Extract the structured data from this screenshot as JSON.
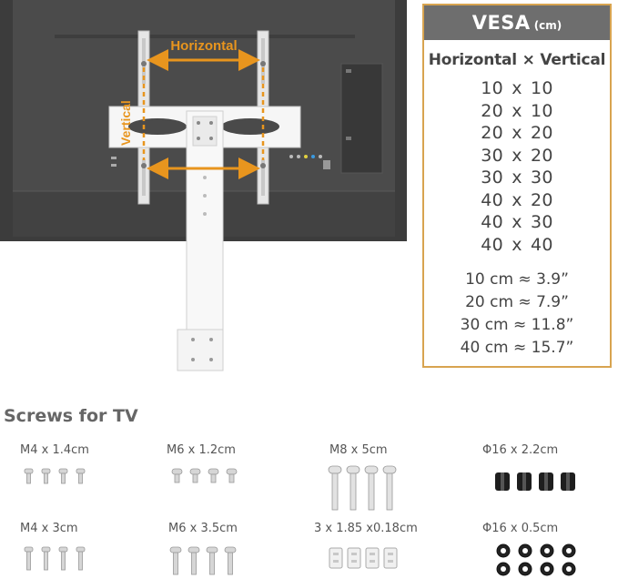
{
  "diagram": {
    "horizontal_label": "Horizontal",
    "vertical_label": "Vertical",
    "accent_color": "#e8951e",
    "tv_color": "#4a4a4a",
    "bracket_color": "#f4f4f4"
  },
  "vesa": {
    "title": "VESA",
    "unit": "(cm)",
    "subtitle": "Horizontal × Vertical",
    "sizes": [
      {
        "w": "10",
        "x": "x",
        "h": "10"
      },
      {
        "w": "20",
        "x": "x",
        "h": "10"
      },
      {
        "w": "20",
        "x": "x",
        "h": "20"
      },
      {
        "w": "30",
        "x": "x",
        "h": "20"
      },
      {
        "w": "30",
        "x": "x",
        "h": "30"
      },
      {
        "w": "40",
        "x": "x",
        "h": "20"
      },
      {
        "w": "40",
        "x": "x",
        "h": "30"
      },
      {
        "w": "40",
        "x": "x",
        "h": "40"
      }
    ],
    "conversions": [
      "10 cm ≈ 3.9”",
      "20 cm ≈ 7.9”",
      "30 cm ≈ 11.8”",
      "40 cm ≈ 15.7”"
    ],
    "border_color": "#d8a450",
    "header_color": "#6e6e6e"
  },
  "screws": {
    "title": "Screws for TV",
    "items": [
      {
        "label": "M4 x 1.4cm"
      },
      {
        "label": "M6 x 1.2cm"
      },
      {
        "label": "M8 x 5cm"
      },
      {
        "label": "Φ16 x 2.2cm"
      },
      {
        "label": "M4 x 3cm"
      },
      {
        "label": "M6 x 3.5cm"
      },
      {
        "label": "3 x 1.85 x0.18cm"
      },
      {
        "label": "Φ16 x 0.5cm"
      }
    ]
  }
}
